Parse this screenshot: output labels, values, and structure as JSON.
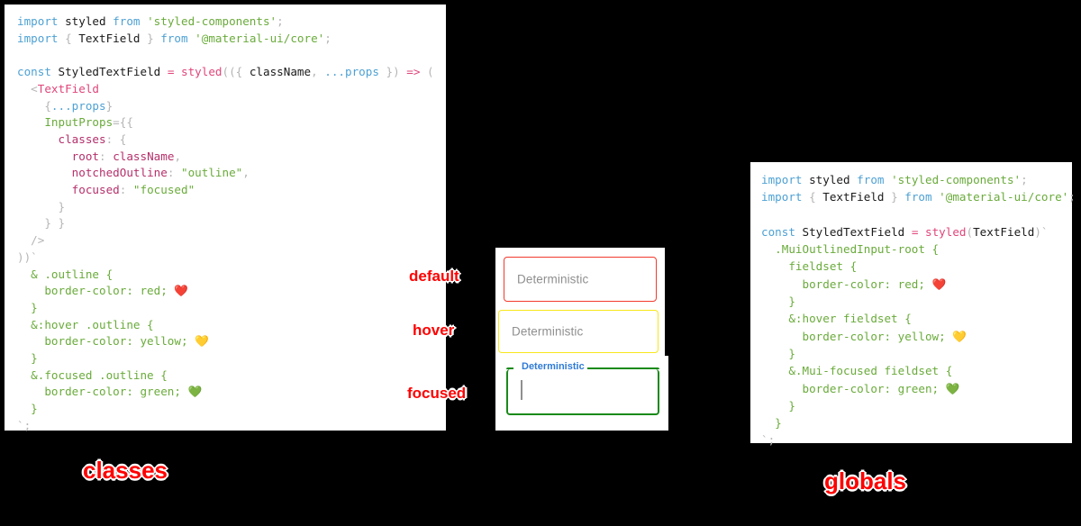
{
  "background_color": "#000000",
  "panels": {
    "classes": {
      "title": "classes",
      "code_lines": [
        [
          {
            "t": "import ",
            "c": "t-kw"
          },
          {
            "t": "styled ",
            "c": "t-id"
          },
          {
            "t": "from ",
            "c": "t-kw"
          },
          {
            "t": "'styled-components'",
            "c": "t-str"
          },
          {
            "t": ";",
            "c": "t-punc"
          }
        ],
        [
          {
            "t": "import ",
            "c": "t-kw"
          },
          {
            "t": "{ ",
            "c": "t-punc"
          },
          {
            "t": "TextField",
            "c": "t-id"
          },
          {
            "t": " } ",
            "c": "t-punc"
          },
          {
            "t": "from ",
            "c": "t-kw"
          },
          {
            "t": "'@material-ui/core'",
            "c": "t-str"
          },
          {
            "t": ";",
            "c": "t-punc"
          }
        ],
        [],
        [
          {
            "t": "const ",
            "c": "t-kw"
          },
          {
            "t": "StyledTextField ",
            "c": "t-id"
          },
          {
            "t": "= ",
            "c": "t-op"
          },
          {
            "t": "styled",
            "c": "t-fn"
          },
          {
            "t": "((",
            "c": "t-punc"
          },
          {
            "t": "{ ",
            "c": "t-punc"
          },
          {
            "t": "className",
            "c": "t-id"
          },
          {
            "t": ", ",
            "c": "t-punc"
          },
          {
            "t": "...props",
            "c": "t-spread"
          },
          {
            "t": " }) ",
            "c": "t-punc"
          },
          {
            "t": "=> ",
            "c": "t-op"
          },
          {
            "t": "(",
            "c": "t-punc"
          }
        ],
        [
          {
            "t": "  <",
            "c": "t-punc"
          },
          {
            "t": "TextField",
            "c": "t-tag"
          }
        ],
        [
          {
            "t": "    {",
            "c": "t-punc"
          },
          {
            "t": "...props",
            "c": "t-spread"
          },
          {
            "t": "}",
            "c": "t-punc"
          }
        ],
        [
          {
            "t": "    ",
            "c": "t-plain"
          },
          {
            "t": "InputProps",
            "c": "t-attr"
          },
          {
            "t": "={{",
            "c": "t-punc"
          }
        ],
        [
          {
            "t": "      ",
            "c": "t-plain"
          },
          {
            "t": "classes",
            "c": "t-prop"
          },
          {
            "t": ": {",
            "c": "t-punc"
          }
        ],
        [
          {
            "t": "        ",
            "c": "t-plain"
          },
          {
            "t": "root",
            "c": "t-prop"
          },
          {
            "t": ": ",
            "c": "t-punc"
          },
          {
            "t": "className",
            "c": "t-prop"
          },
          {
            "t": ",",
            "c": "t-punc"
          }
        ],
        [
          {
            "t": "        ",
            "c": "t-plain"
          },
          {
            "t": "notchedOutline",
            "c": "t-prop"
          },
          {
            "t": ": ",
            "c": "t-punc"
          },
          {
            "t": "\"outline\"",
            "c": "t-str"
          },
          {
            "t": ",",
            "c": "t-punc"
          }
        ],
        [
          {
            "t": "        ",
            "c": "t-plain"
          },
          {
            "t": "focused",
            "c": "t-prop"
          },
          {
            "t": ": ",
            "c": "t-punc"
          },
          {
            "t": "\"focused\"",
            "c": "t-str"
          }
        ],
        [
          {
            "t": "      }",
            "c": "t-punc"
          }
        ],
        [
          {
            "t": "    } }",
            "c": "t-punc"
          }
        ],
        [
          {
            "t": "  />",
            "c": "t-punc"
          }
        ],
        [
          {
            "t": "))`",
            "c": "t-punc"
          }
        ],
        [
          {
            "t": "  & .outline {",
            "c": "t-css"
          }
        ],
        [
          {
            "t": "    border-color: red; ❤️",
            "c": "t-css"
          }
        ],
        [
          {
            "t": "  }",
            "c": "t-css"
          }
        ],
        [
          {
            "t": "  &:hover .outline {",
            "c": "t-css"
          }
        ],
        [
          {
            "t": "    border-color: yellow; 💛",
            "c": "t-css"
          }
        ],
        [
          {
            "t": "  }",
            "c": "t-css"
          }
        ],
        [
          {
            "t": "  &.focused .outline {",
            "c": "t-css"
          }
        ],
        [
          {
            "t": "    border-color: green; 💚",
            "c": "t-css"
          }
        ],
        [
          {
            "t": "  }",
            "c": "t-css"
          }
        ],
        [
          {
            "t": "`;",
            "c": "t-punc"
          }
        ]
      ]
    },
    "globals": {
      "title": "globals",
      "code_lines": [
        [
          {
            "t": "import ",
            "c": "t-kw"
          },
          {
            "t": "styled ",
            "c": "t-id"
          },
          {
            "t": "from ",
            "c": "t-kw"
          },
          {
            "t": "'styled-components'",
            "c": "t-str"
          },
          {
            "t": ";",
            "c": "t-punc"
          }
        ],
        [
          {
            "t": "import ",
            "c": "t-kw"
          },
          {
            "t": "{ ",
            "c": "t-punc"
          },
          {
            "t": "TextField",
            "c": "t-id"
          },
          {
            "t": " } ",
            "c": "t-punc"
          },
          {
            "t": "from ",
            "c": "t-kw"
          },
          {
            "t": "'@material-ui/core'",
            "c": "t-str"
          },
          {
            "t": ";",
            "c": "t-punc"
          }
        ],
        [],
        [
          {
            "t": "const ",
            "c": "t-kw"
          },
          {
            "t": "StyledTextField ",
            "c": "t-id"
          },
          {
            "t": "= ",
            "c": "t-op"
          },
          {
            "t": "styled",
            "c": "t-fn"
          },
          {
            "t": "(",
            "c": "t-punc"
          },
          {
            "t": "TextField",
            "c": "t-id"
          },
          {
            "t": ")`",
            "c": "t-punc"
          }
        ],
        [
          {
            "t": "  .MuiOutlinedInput-root {",
            "c": "t-css"
          }
        ],
        [
          {
            "t": "    fieldset {",
            "c": "t-css"
          }
        ],
        [
          {
            "t": "      border-color: red; ❤️",
            "c": "t-css"
          }
        ],
        [
          {
            "t": "    }",
            "c": "t-css"
          }
        ],
        [
          {
            "t": "    &:hover fieldset {",
            "c": "t-css"
          }
        ],
        [
          {
            "t": "      border-color: yellow; 💛",
            "c": "t-css"
          }
        ],
        [
          {
            "t": "    }",
            "c": "t-css"
          }
        ],
        [
          {
            "t": "    &.Mui-focused fieldset {",
            "c": "t-css"
          }
        ],
        [
          {
            "t": "      border-color: green; 💚",
            "c": "t-css"
          }
        ],
        [
          {
            "t": "    }",
            "c": "t-css"
          }
        ],
        [
          {
            "t": "  }",
            "c": "t-css"
          }
        ],
        [
          {
            "t": "`;",
            "c": "t-punc"
          }
        ]
      ]
    }
  },
  "preview": {
    "fields": [
      {
        "state": "default",
        "annotation": "default",
        "text": "Deterministic",
        "border_color": "#f23a2e",
        "label_visible": false
      },
      {
        "state": "hover",
        "annotation": "hover",
        "text": "Deterministic",
        "border_color": "#f8e71c",
        "label_visible": false
      },
      {
        "state": "focused",
        "annotation": "focused",
        "text": "",
        "label": "Deterministic",
        "label_color": "#2f7bd6",
        "border_color": "#1a8a1a",
        "label_visible": true
      }
    ]
  }
}
